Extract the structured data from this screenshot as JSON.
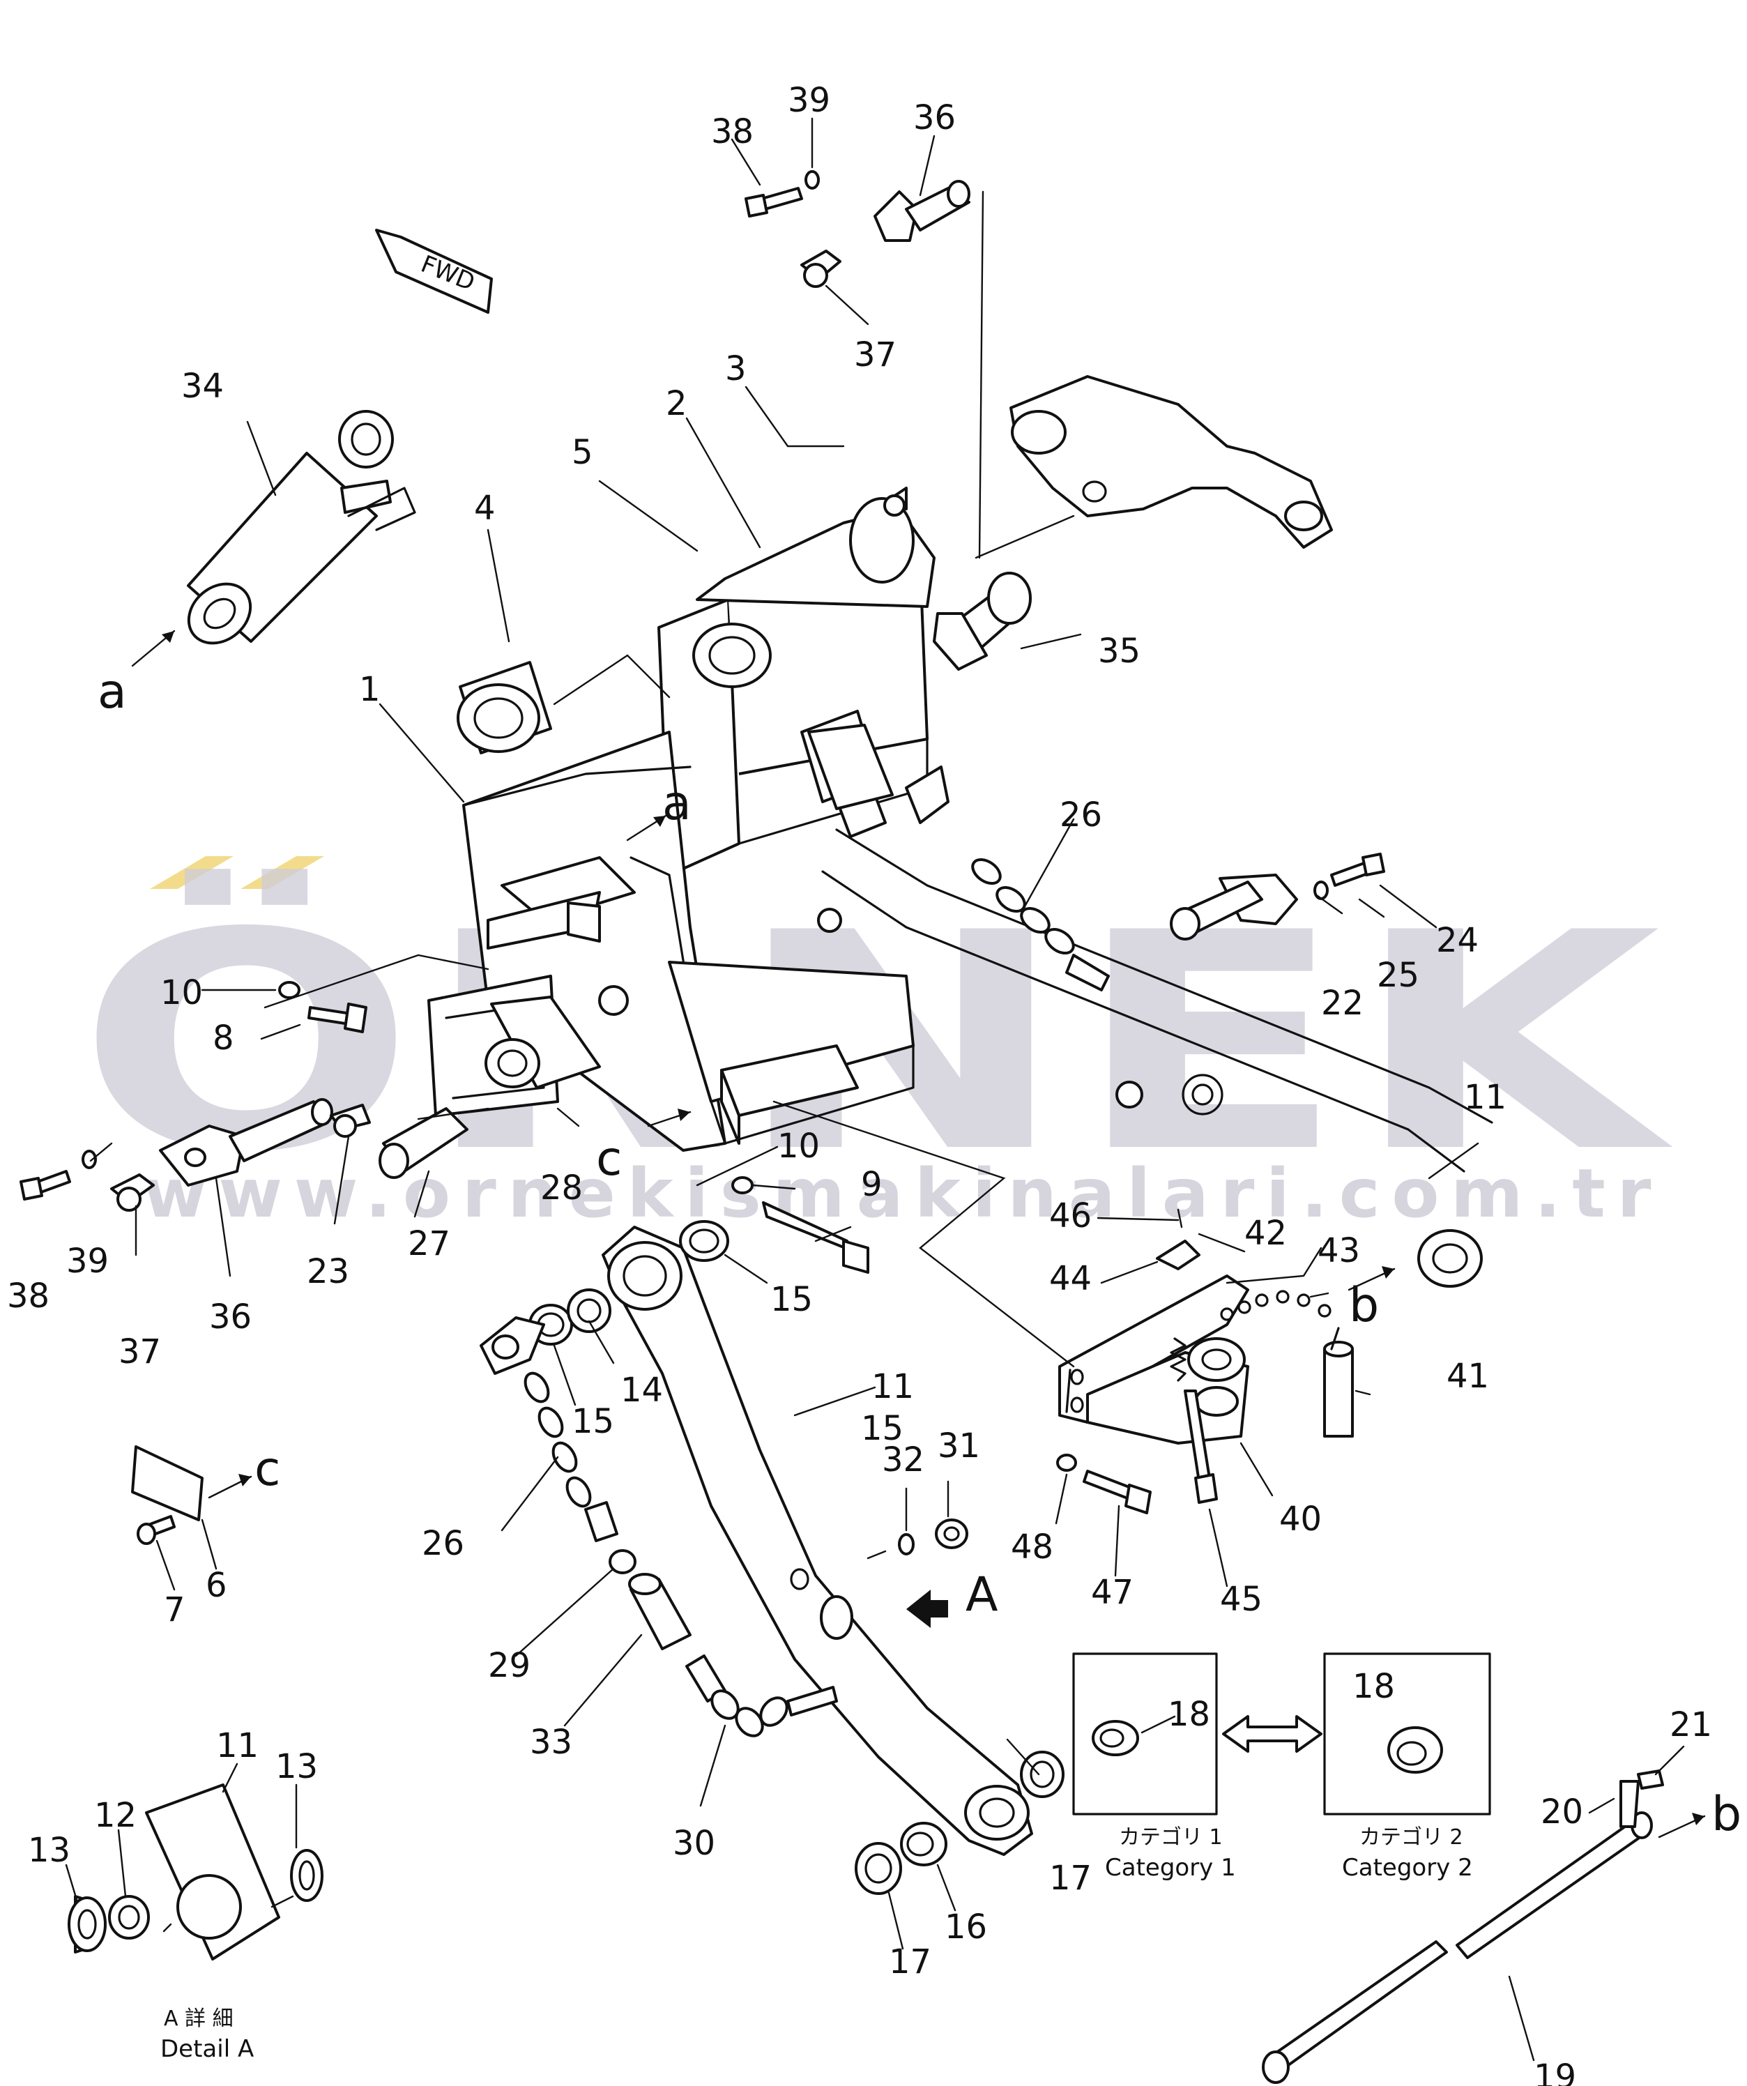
{
  "watermark": {
    "brand": "ÖRNEK",
    "url": "www.ornekismakinalari.com.tr",
    "color": "#cfcdd8",
    "accent": "#f2dc8c"
  },
  "direction_tag": {
    "text": "FWD"
  },
  "detail_caption": {
    "jp": "A 詳 細",
    "en": "Detail A"
  },
  "category_boxes": [
    {
      "jp": "カテゴリ 1",
      "en": "Category 1",
      "part": "18"
    },
    {
      "jp": "カテゴリ 2",
      "en": "Category 2",
      "part": "18"
    }
  ],
  "reference_letters": [
    "a",
    "a",
    "b",
    "b",
    "c",
    "c",
    "A"
  ],
  "part_numbers": [
    "1",
    "2",
    "3",
    "4",
    "5",
    "6",
    "7",
    "8",
    "9",
    "10",
    "10",
    "11",
    "11",
    "11",
    "12",
    "13",
    "13",
    "14",
    "15",
    "15",
    "15",
    "16",
    "17",
    "17",
    "18",
    "18",
    "19",
    "20",
    "21",
    "22",
    "23",
    "24",
    "25",
    "26",
    "26",
    "27",
    "28",
    "29",
    "30",
    "31",
    "32",
    "33",
    "34",
    "35",
    "36",
    "36",
    "37",
    "37",
    "38",
    "38",
    "39",
    "39",
    "40",
    "41",
    "42",
    "43",
    "44",
    "45",
    "46",
    "47",
    "48"
  ]
}
